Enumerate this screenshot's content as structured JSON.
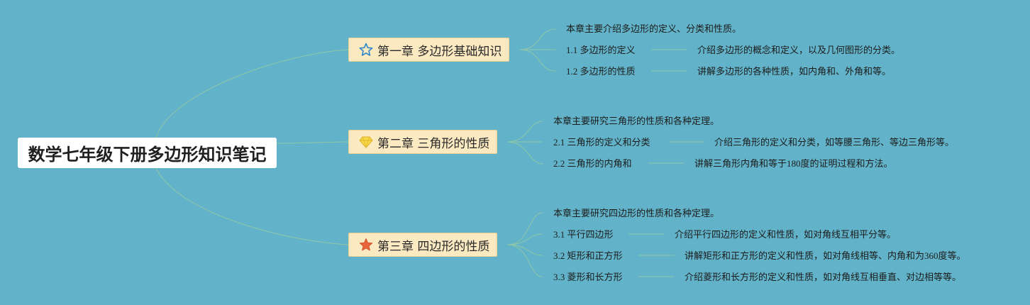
{
  "root": {
    "title": "数学七年级下册多边形知识笔记"
  },
  "colors": {
    "background": "#62b3c9",
    "chapter_fill": "#fbe9c2",
    "line": "#8fc7a6",
    "star_outline": "#2f86c8",
    "star_solid": "#e8643a",
    "gem": "#f6d84a"
  },
  "chapters": [
    {
      "icon": "star-outline-icon",
      "title": "第一章 多边形基础知识",
      "summary": "本章主要介绍多边形的定义、分类和性质。",
      "sections": [
        {
          "title": "1.1 多边形的定义",
          "detail": "介绍多边形的概念和定义，以及几何图形的分类。"
        },
        {
          "title": "1.2 多边形的性质",
          "detail": "讲解多边形的各种性质，如内角和、外角和等。"
        }
      ]
    },
    {
      "icon": "gem-icon",
      "title": "第二章 三角形的性质",
      "summary": "本章主要研究三角形的性质和各种定理。",
      "sections": [
        {
          "title": "2.1 三角形的定义和分类",
          "detail": "介绍三角形的定义和分类，如等腰三角形、等边三角形等。"
        },
        {
          "title": "2.2 三角形的内角和",
          "detail": "讲解三角形内角和等于180度的证明过程和方法。"
        }
      ]
    },
    {
      "icon": "star-solid-icon",
      "title": "第三章 四边形的性质",
      "summary": "本章主要研究四边形的性质和各种定理。",
      "sections": [
        {
          "title": "3.1 平行四边形",
          "detail": "介绍平行四边形的定义和性质，如对角线互相平分等。"
        },
        {
          "title": "3.2 矩形和正方形",
          "detail": "讲解矩形和正方形的定义和性质，如对角线相等、内角和为360度等。"
        },
        {
          "title": "3.3 菱形和长方形",
          "detail": "介绍菱形和长方形的定义和性质，如对角线互相垂直、对边相等等。"
        }
      ]
    }
  ]
}
